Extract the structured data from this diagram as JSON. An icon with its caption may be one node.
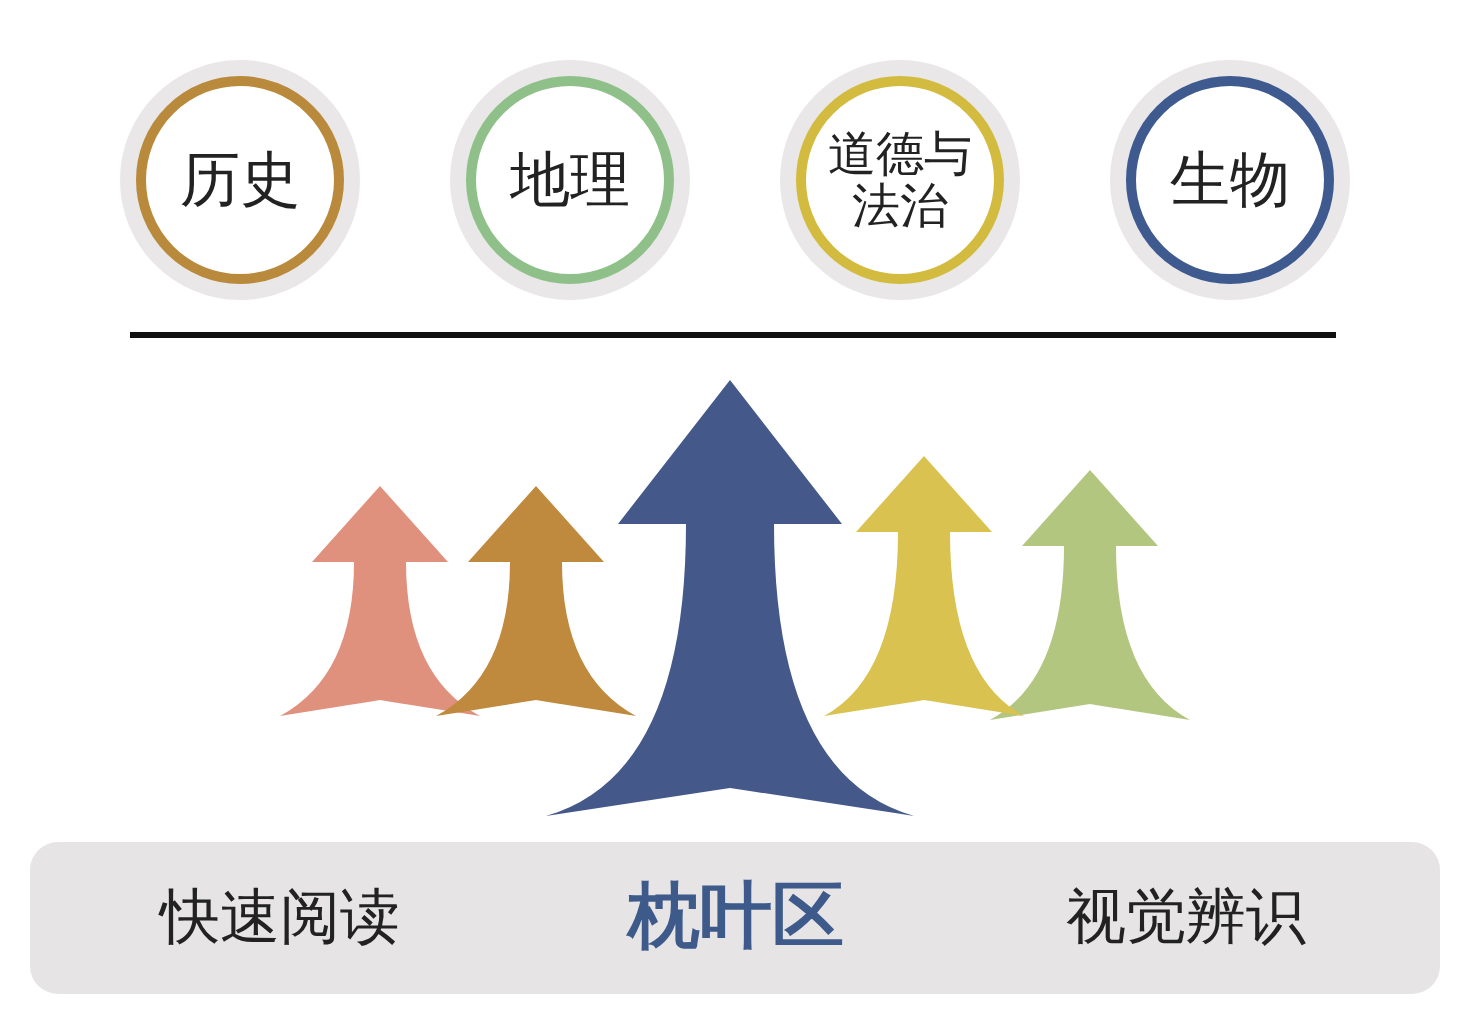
{
  "diagram": {
    "nodes": [
      {
        "text": [
          "历史"
        ]
      },
      {
        "text": [
          "地理"
        ]
      },
      {
        "text": [
          "道德与法治"
        ]
      },
      {
        "text": [
          "生物"
        ]
      },
      {
        "text": [
          "快速阅读",
          "枕叶区",
          "视觉辨识"
        ]
      }
    ]
  }
}
